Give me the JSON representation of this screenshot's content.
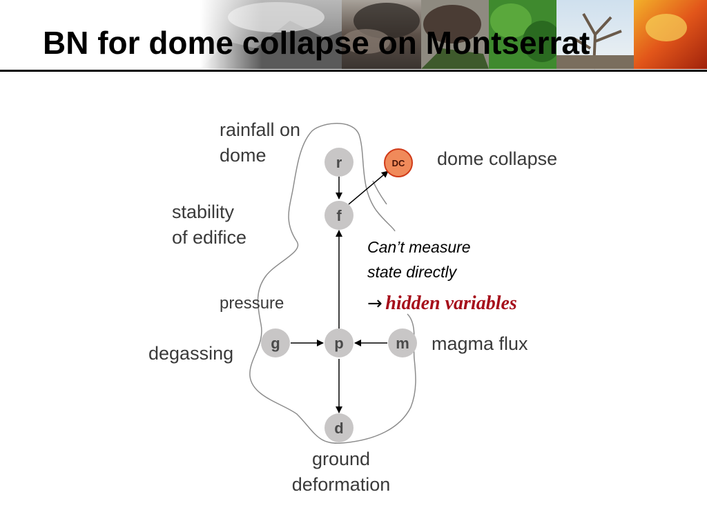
{
  "title": "BN for dome collapse on Montserrat",
  "colors": {
    "title": "#000000",
    "label": "#3a3a3a",
    "node_fill": "#c8c6c6",
    "node_letter": "#4a4a4a",
    "dc_fill": "#f08a5a",
    "dc_border": "#d03a18",
    "boundary": "#8c8c8c",
    "hidden_text": "#a60f1b"
  },
  "nodes": {
    "r": {
      "letter": "r",
      "label_lines": [
        "rainfall on",
        "dome"
      ]
    },
    "dc": {
      "letter": "DC",
      "label": "dome collapse"
    },
    "f": {
      "letter": "f",
      "label_lines": [
        "stability",
        "of edifice"
      ]
    },
    "p": {
      "letter": "p",
      "label": "pressure"
    },
    "g": {
      "letter": "g",
      "label": "degassing"
    },
    "m": {
      "letter": "m",
      "label": "magma flux"
    },
    "d": {
      "letter": "d",
      "label_lines": [
        "ground",
        "deformation"
      ]
    }
  },
  "edges": [
    {
      "from": "r",
      "to": "f"
    },
    {
      "from": "f",
      "to": "dc"
    },
    {
      "from": "p",
      "to": "f"
    },
    {
      "from": "g",
      "to": "p"
    },
    {
      "from": "m",
      "to": "p"
    },
    {
      "from": "p",
      "to": "d"
    }
  ],
  "note": {
    "lines": [
      "Can’t measure",
      "state directly"
    ],
    "arrow": "→",
    "emphasis": "hidden variables"
  }
}
